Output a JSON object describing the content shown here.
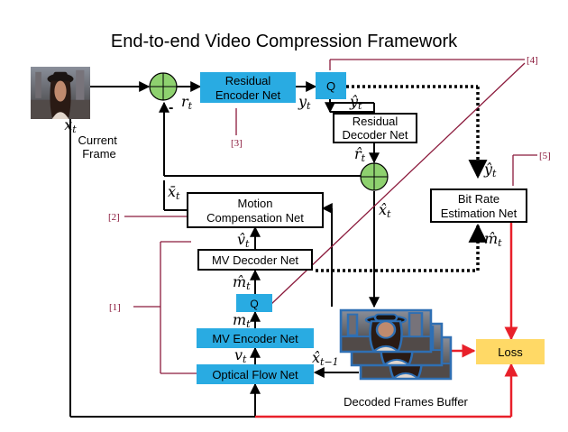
{
  "title": "End-to-end Video Compression Framework",
  "blocks": {
    "residual_encoder": "Residual Encoder Net",
    "q_residual": "Q",
    "residual_decoder": "Residual Decoder Net",
    "motion_compensation": "Motion Compensation Net",
    "mv_decoder": "MV Decoder Net",
    "q_motion": "Q",
    "mv_encoder": "MV Encoder Net",
    "optical_flow": "Optical Flow Net",
    "bit_rate": "Bit Rate Estimation Net",
    "loss": "Loss"
  },
  "labels": {
    "xt": "x",
    "xt_sub": "t",
    "current_frame": "Current Frame",
    "decoded_buffer": "Decoded Frames Buffer",
    "minus": "-"
  },
  "variables": {
    "rt": "r",
    "yt": "y",
    "yhat": "ŷ",
    "rhat": "r̂",
    "xhat": "x̂",
    "xbar": "x̄",
    "vhat": "v̂",
    "mhat": "m̂",
    "mt": "m",
    "vt": "v",
    "xprev": "x̂",
    "sub_t": "t",
    "sub_prev": "t−1"
  },
  "annotations": {
    "a1": "[1]",
    "a2": "[2]",
    "a3": "[3]",
    "a4": "[4]",
    "a5": "[5]"
  },
  "colors": {
    "blue_block": "#29abe2",
    "loss_block": "#ffd966",
    "adder": "#8ed16f",
    "red_arrow": "#e8202a",
    "annotation": "#8b1a3c"
  }
}
